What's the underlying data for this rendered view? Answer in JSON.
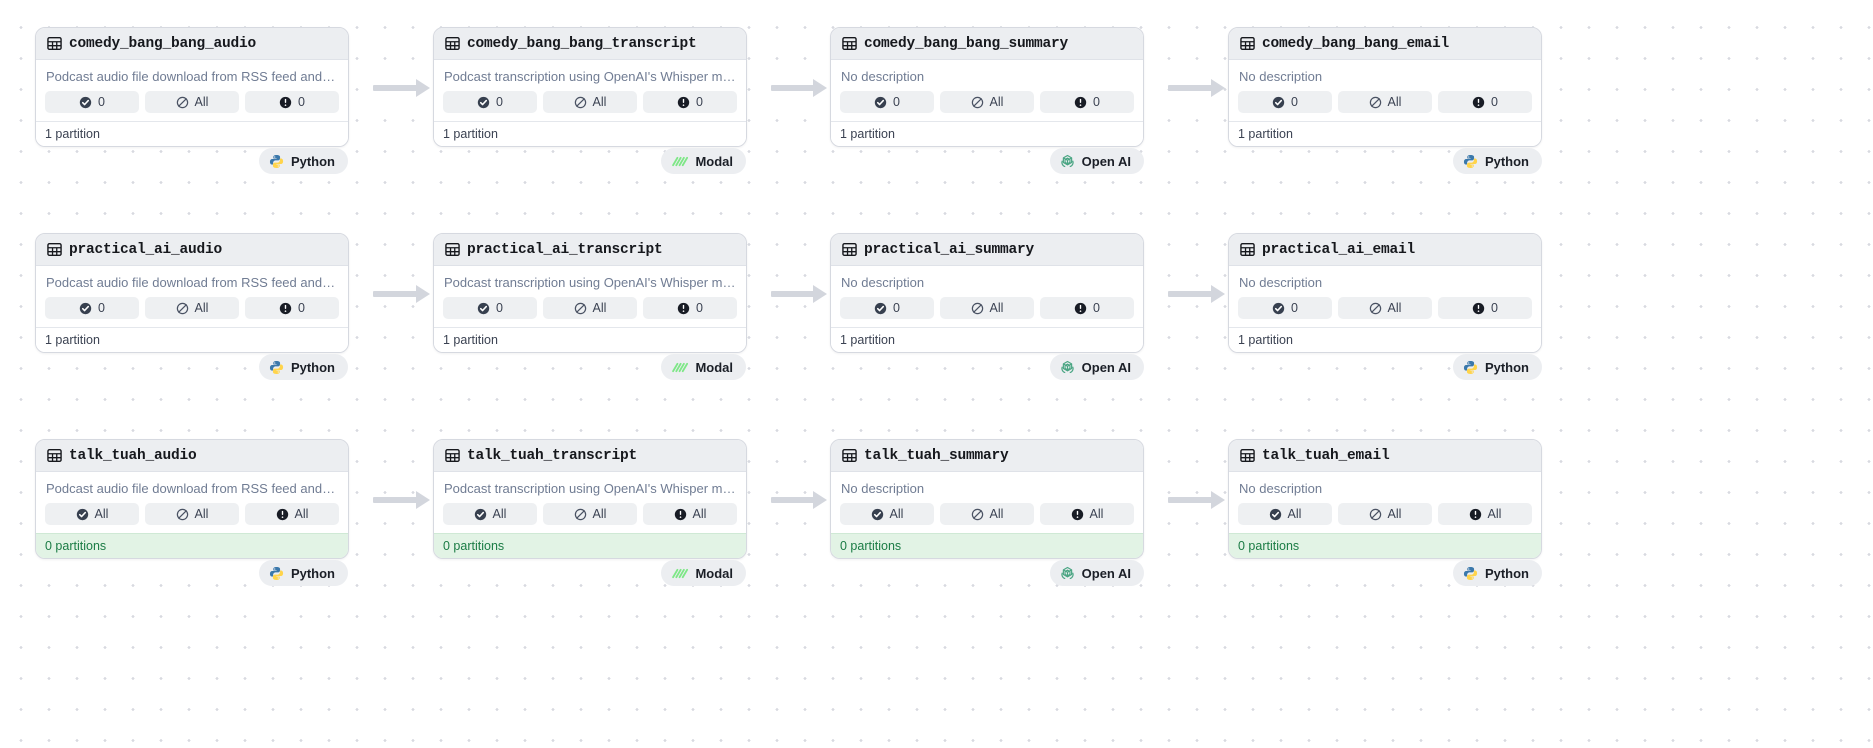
{
  "graph": {
    "descriptions": {
      "audio": "Podcast audio file download from RSS feed and …",
      "transcript": "Podcast transcription using OpenAI's Whisper mo…",
      "none": "No description"
    },
    "partition_labels": {
      "one": "1 partition",
      "zero": "0 partitions"
    },
    "pill_values": {
      "num_zero": "0",
      "all": "All"
    },
    "tech_labels": {
      "python": "Python",
      "modal": "Modal",
      "openai": "Open AI"
    },
    "colors": {
      "card_border": "#d6d9e0",
      "header_bg": "#eceef1",
      "pill_bg": "#eef0f2",
      "empty_footer_bg": "#e2f3e5",
      "empty_footer_text": "#1b7c45",
      "arrow": "#d3d6dd",
      "dot_grid": "#d8dae0",
      "python_blue": "#3b78ab",
      "python_yellow": "#ffd44b",
      "modal_green": "#7ee787",
      "openai_green": "#4aa583"
    },
    "rows": [
      {
        "id": "comedy_bang_bang",
        "cards": [
          {
            "title": "comedy_bang_bang_audio",
            "description": "Podcast audio file download from RSS feed and …",
            "pills": [
              "0",
              "All",
              "0"
            ],
            "partitions": "1 partition",
            "empty": false,
            "tech": "Python"
          },
          {
            "title": "comedy_bang_bang_transcript",
            "description": "Podcast transcription using OpenAI's Whisper mo…",
            "pills": [
              "0",
              "All",
              "0"
            ],
            "partitions": "1 partition",
            "empty": false,
            "tech": "Modal"
          },
          {
            "title": "comedy_bang_bang_summary",
            "description": "No description",
            "pills": [
              "0",
              "All",
              "0"
            ],
            "partitions": "1 partition",
            "empty": false,
            "tech": "Open AI"
          },
          {
            "title": "comedy_bang_bang_email",
            "description": "No description",
            "pills": [
              "0",
              "All",
              "0"
            ],
            "partitions": "1 partition",
            "empty": false,
            "tech": "Python"
          }
        ]
      },
      {
        "id": "practical_ai",
        "cards": [
          {
            "title": "practical_ai_audio",
            "description": "Podcast audio file download from RSS feed and …",
            "pills": [
              "0",
              "All",
              "0"
            ],
            "partitions": "1 partition",
            "empty": false,
            "tech": "Python"
          },
          {
            "title": "practical_ai_transcript",
            "description": "Podcast transcription using OpenAI's Whisper mo…",
            "pills": [
              "0",
              "All",
              "0"
            ],
            "partitions": "1 partition",
            "empty": false,
            "tech": "Modal"
          },
          {
            "title": "practical_ai_summary",
            "description": "No description",
            "pills": [
              "0",
              "All",
              "0"
            ],
            "partitions": "1 partition",
            "empty": false,
            "tech": "Open AI"
          },
          {
            "title": "practical_ai_email",
            "description": "No description",
            "pills": [
              "0",
              "All",
              "0"
            ],
            "partitions": "1 partition",
            "empty": false,
            "tech": "Python"
          }
        ]
      },
      {
        "id": "talk_tuah",
        "cards": [
          {
            "title": "talk_tuah_audio",
            "description": "Podcast audio file download from RSS feed and …",
            "pills": [
              "All",
              "All",
              "All"
            ],
            "partitions": "0 partitions",
            "empty": true,
            "tech": "Python"
          },
          {
            "title": "talk_tuah_transcript",
            "description": "Podcast transcription using OpenAI's Whisper mo…",
            "pills": [
              "All",
              "All",
              "All"
            ],
            "partitions": "0 partitions",
            "empty": true,
            "tech": "Modal"
          },
          {
            "title": "talk_tuah_summary",
            "description": "No description",
            "pills": [
              "All",
              "All",
              "All"
            ],
            "partitions": "0 partitions",
            "empty": true,
            "tech": "Open AI"
          },
          {
            "title": "talk_tuah_email",
            "description": "No description",
            "pills": [
              "All",
              "All",
              "All"
            ],
            "partitions": "0 partitions",
            "empty": true,
            "tech": "Python"
          }
        ]
      }
    ]
  }
}
